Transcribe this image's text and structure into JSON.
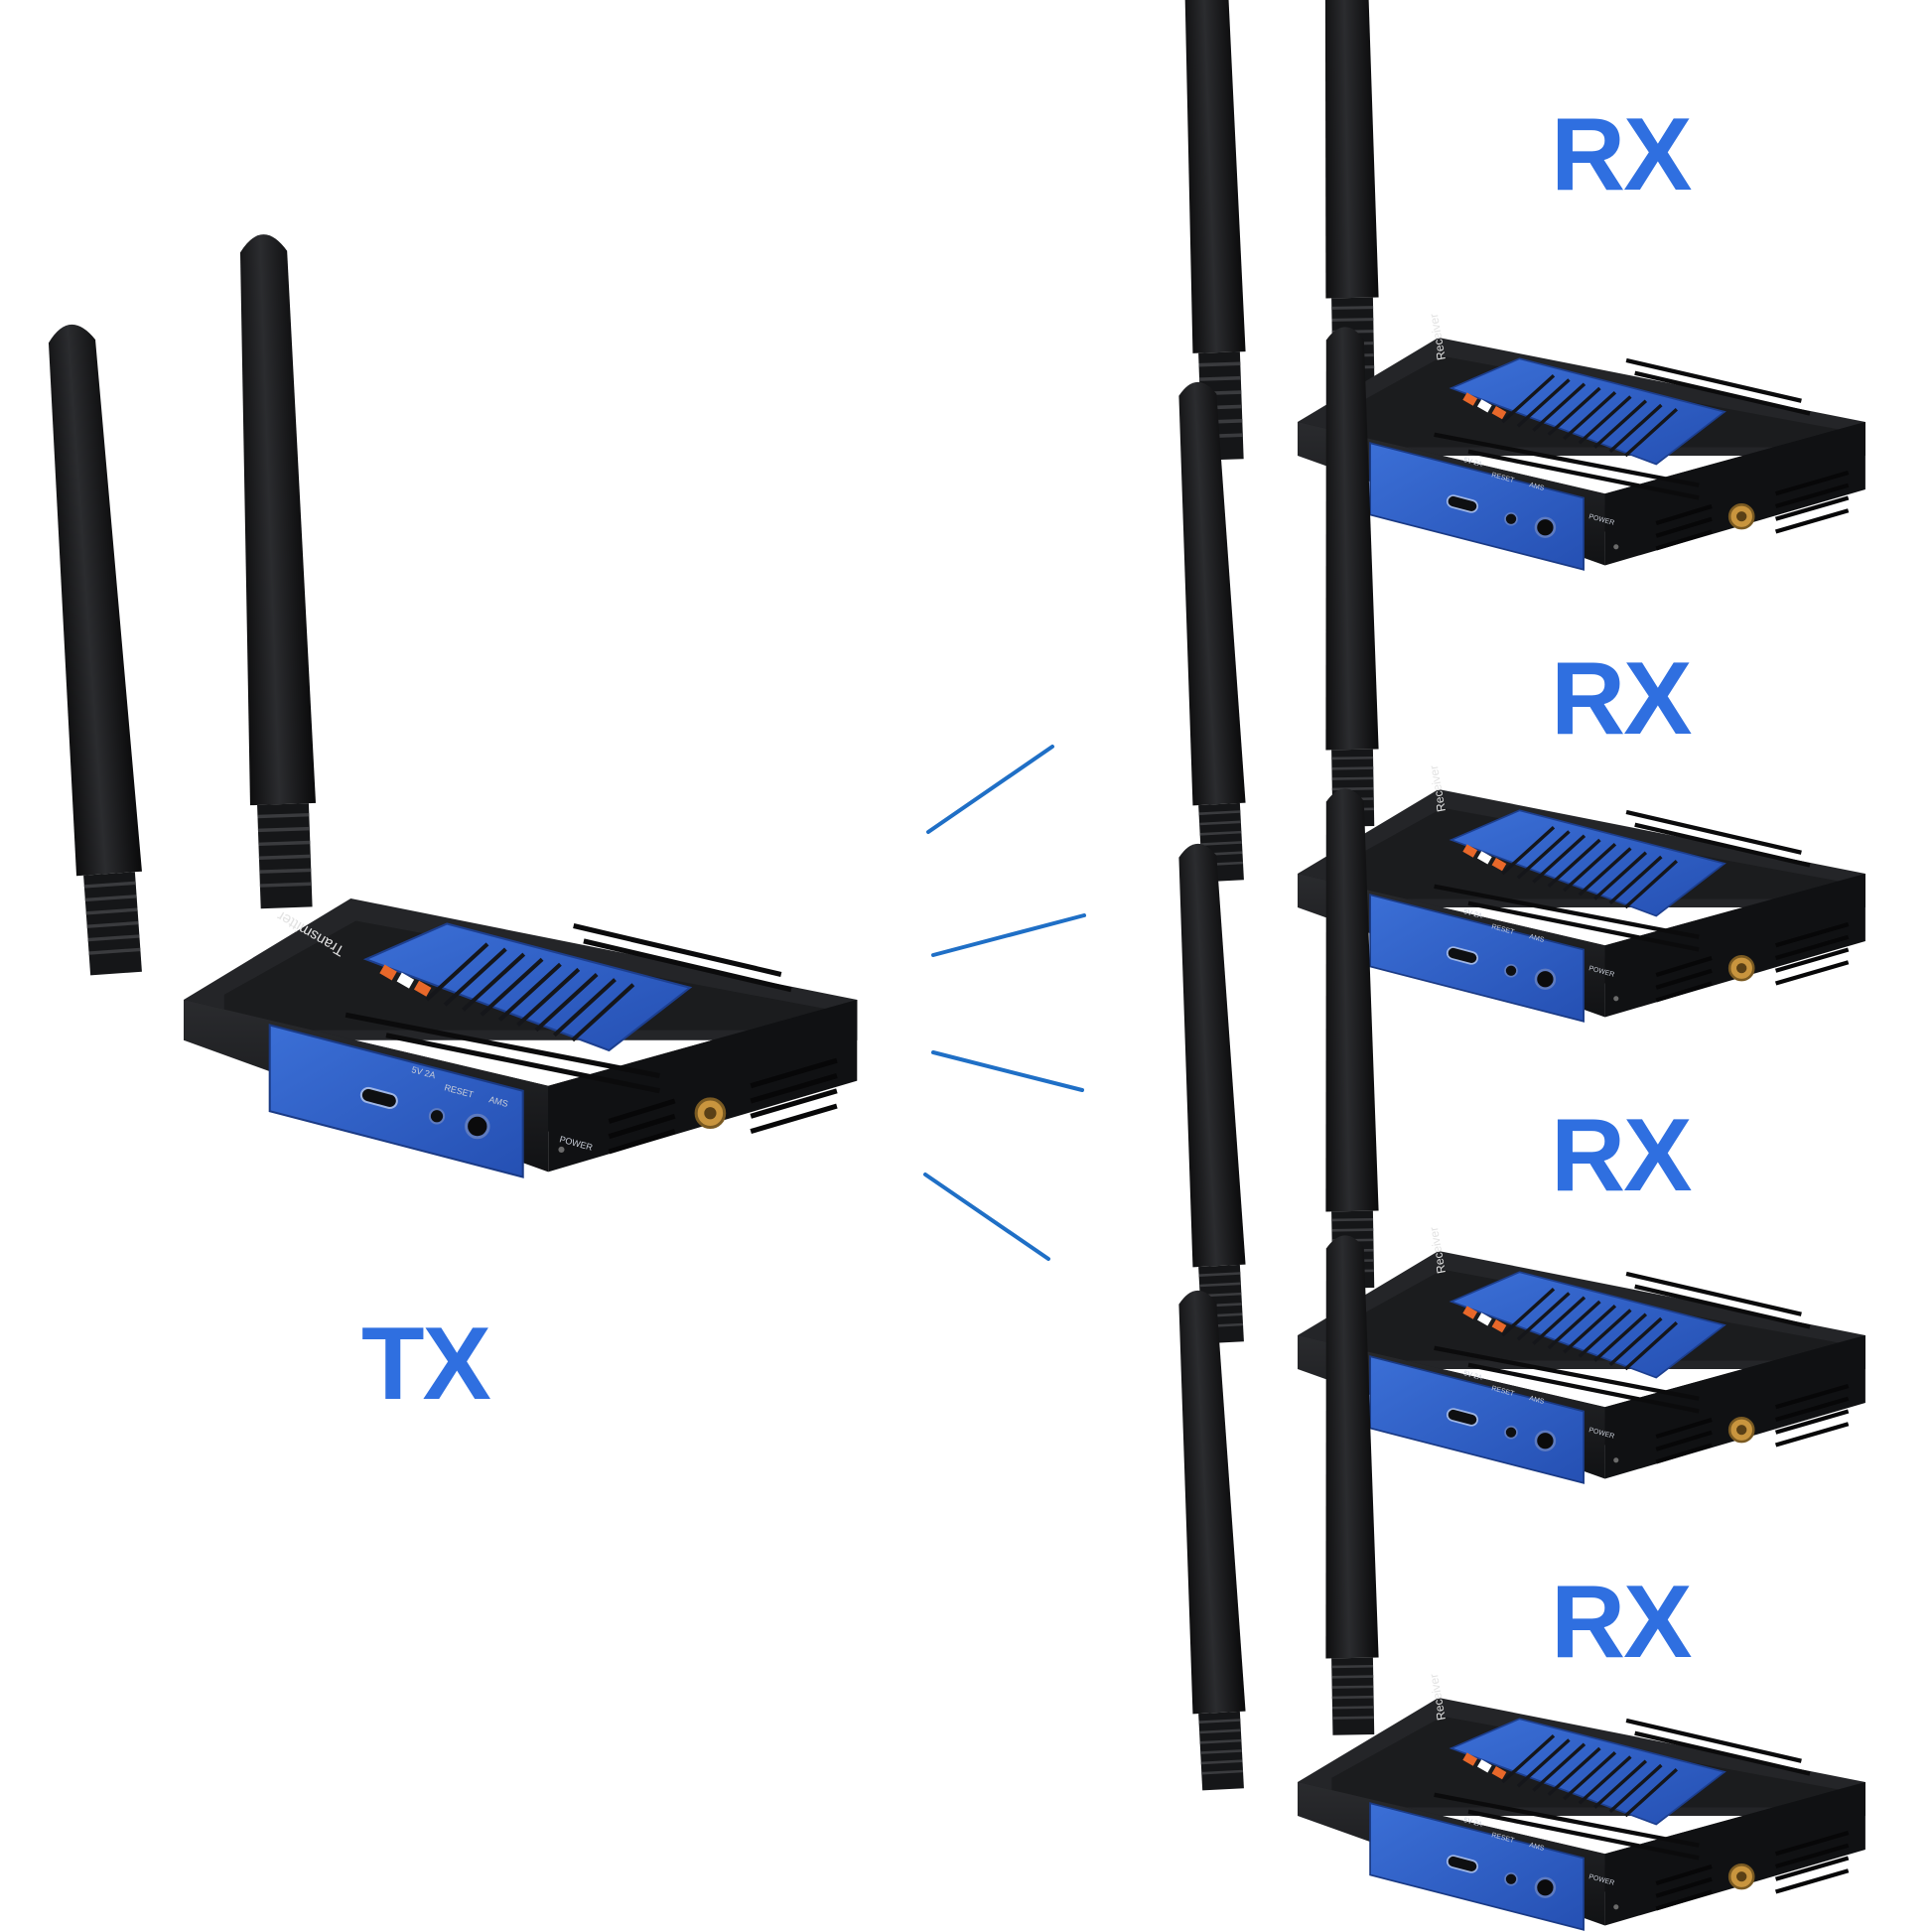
{
  "labels": {
    "tx": "TX",
    "rx": [
      "RX",
      "RX",
      "RX",
      "RX"
    ]
  },
  "device_text": {
    "transmitter": "Transmitter",
    "receiver": "Receiver",
    "power_port": "5V 2A",
    "reset": "RESET",
    "ams": "AMS",
    "power": "POWER"
  },
  "colors": {
    "label_blue": "#2f6fe0",
    "signal_blue": "#1f6fc6",
    "device_body": "#1c1d1f",
    "device_panel": "#2f5fc4"
  },
  "icons": {
    "signal": "wireless-signal-lines-icon",
    "antenna": "antenna-icon",
    "port": "usb-c-port-icon"
  }
}
